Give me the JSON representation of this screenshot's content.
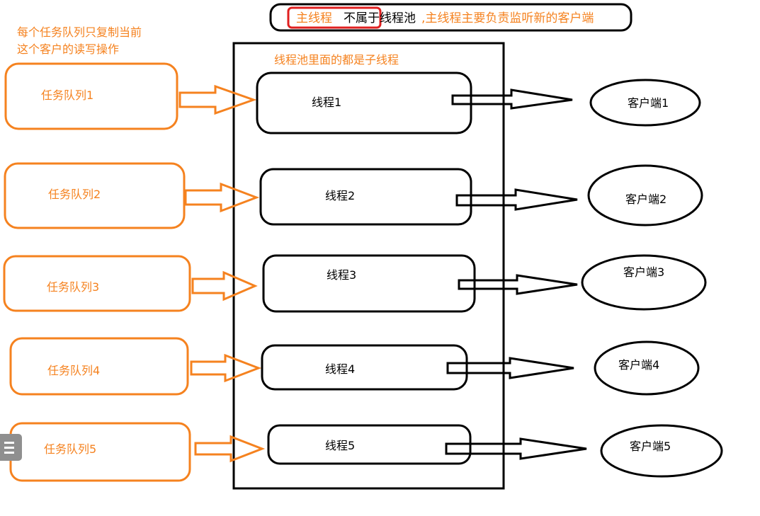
{
  "title": {
    "highlight": "主线程",
    "rest_black": "不属于线程池",
    "rest_orange": ",主线程主要负责监听新的客户端"
  },
  "note": {
    "line1": "每个任务队列只复制当前",
    "line2": "这个客户的读写操作"
  },
  "pool": {
    "label": "线程池里面的都是子线程"
  },
  "queues": [
    "任务队列1",
    "任务队列2",
    "任务队列3",
    "任务队列4",
    "任务队列5"
  ],
  "threads": [
    "线程1",
    "线程2",
    "线程3",
    "线程4",
    "线程5"
  ],
  "clients": [
    "客户端1",
    "客户端2",
    "客户端3",
    "客户端4",
    "客户端5"
  ],
  "colors": {
    "orange": "#f5821f",
    "black": "#000000",
    "highlight_border": "#e02020",
    "handle": "#8f8f8f"
  },
  "icons": {
    "side_handle": "list-handle-icon"
  }
}
